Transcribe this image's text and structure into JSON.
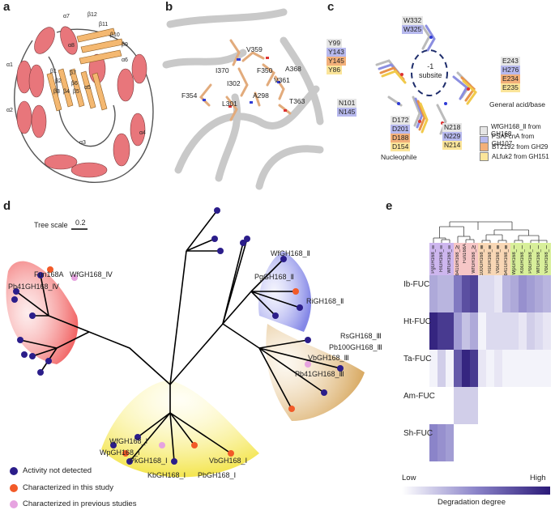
{
  "panels": {
    "a": {
      "label": "a",
      "labels": [
        "α7",
        "β12",
        "β11",
        "β10",
        "β9",
        "α8",
        "α6",
        "α1",
        "β1",
        "β7",
        "β6",
        "β2",
        "β3",
        "β4",
        "β5",
        "α5",
        "α2",
        "α4",
        "α3"
      ]
    },
    "b": {
      "label": "b",
      "labels": [
        "V359",
        "I370",
        "F350",
        "A368",
        "I302",
        "V361",
        "F354",
        "L301",
        "A298",
        "T363"
      ]
    },
    "c": {
      "label": "c",
      "subsite": "-1\nsubsite",
      "groups": {
        "w332": [
          "W332",
          "W325"
        ],
        "y99": [
          "Y99",
          "Y143",
          "Y145",
          "Y86"
        ],
        "e243": [
          "E243",
          "H276",
          "E234",
          "E235"
        ],
        "n101": [
          "N101",
          "N145"
        ],
        "d172": [
          "D172",
          "D201",
          "D188",
          "D154"
        ],
        "n218": [
          "N218",
          "N229",
          "N214"
        ]
      },
      "nucleophile": "Nucleophile",
      "acidbase": "General acid/base",
      "legend": [
        {
          "name": "WfGH168_Ⅱ from GH168",
          "color": "#e6e6e6"
        },
        {
          "name": "PSAFcnA from GH107",
          "color": "#b7b9ee"
        },
        {
          "name": "BT2192 from GH29",
          "color": "#f3b07a"
        },
        {
          "name": "ALfuk2 from GH151",
          "color": "#fbe59a"
        }
      ]
    },
    "d": {
      "label": "d",
      "tree_scale": "Tree scale",
      "tree_scale_value": "0.2",
      "leaves": {
        "fun168a": "Fun168A",
        "wf4": "WfGH168_Ⅳ",
        "pb41_4": "Pb41GH168_Ⅳ",
        "wf2": "WfGH168_Ⅱ",
        "pg2": "PgGH168_Ⅱ",
        "ri2": "RiGH168_Ⅱ",
        "rs3": "RsGH168_Ⅲ",
        "pb100_3": "Pb100GH168_Ⅲ",
        "vb3": "VbGH168_Ⅲ",
        "pb41_3": "Pb41GH168_Ⅲ",
        "wf1": "WfGH168_Ⅰ",
        "wp1": "WpGH168_Ⅰ",
        "pk1": "PkGH168_Ⅰ",
        "kb1": "KbGH168_Ⅰ",
        "pb1": "PbGH168_Ⅰ",
        "vb1": "VbGH168_Ⅰ"
      },
      "legend": [
        {
          "text": "Activity not detected",
          "color": "#2b1d8a"
        },
        {
          "text": "Characterized in this study",
          "color": "#f25a28"
        },
        {
          "text": "Characterized in previous studies",
          "color": "#e6a3e0"
        }
      ]
    },
    "e": {
      "label": "e",
      "columns": [
        "PgGH168_Ⅱ",
        "RiGH168_Ⅱ",
        "WfGH168_Ⅱ",
        "Pb41GH168_Ⅳ",
        "Fun168A",
        "WfGH168_Ⅳ",
        "Pb100GH168_Ⅲ",
        "RsGH168_Ⅲ",
        "VbGH168_Ⅲ",
        "Pb41GH168_Ⅲ",
        "WpGH168_Ⅰ",
        "KbGH168_Ⅰ",
        "PbGH168_Ⅰ",
        "WfGH168_Ⅰ",
        "VbGH168_Ⅰ"
      ],
      "column_colors": [
        "#cdb6ee",
        "#cdb6ee",
        "#cdb6ee",
        "#f6c6c6",
        "#f6c6c6",
        "#f6c6c6",
        "#f8d7b5",
        "#f8d7b5",
        "#f8d7b5",
        "#f8d7b5",
        "#d8ef9a",
        "#d8ef9a",
        "#d8ef9a",
        "#d8ef9a",
        "#d8ef9a"
      ],
      "rows": [
        "Ib-FUC",
        "Ht-FUC",
        "Ta-FUC",
        "Am-FUC",
        "Sh-FUC"
      ],
      "values": [
        [
          0.35,
          0.3,
          0.3,
          0.55,
          0.75,
          0.8,
          0.15,
          0.15,
          0.1,
          0.3,
          0.35,
          0.45,
          0.4,
          0.35,
          0.3
        ],
        [
          0.95,
          0.85,
          0.85,
          0.4,
          0.25,
          0.35,
          0.05,
          0.15,
          0.15,
          0.15,
          0.15,
          0.1,
          0.2,
          0.15,
          0.1
        ],
        [
          0.05,
          0.2,
          0.05,
          0.7,
          0.95,
          0.85,
          0.1,
          0.05,
          0.1,
          0.05,
          0.05,
          0.05,
          0.05,
          0.05,
          0.05
        ],
        [
          0.0,
          0.0,
          0.0,
          0.2,
          0.2,
          0.2,
          0.0,
          0.0,
          0.0,
          0.0,
          0.0,
          0.0,
          0.0,
          0.0,
          0.0
        ],
        [
          0.5,
          0.45,
          0.4,
          0.0,
          0.0,
          0.0,
          0.0,
          0.0,
          0.0,
          0.0,
          0.0,
          0.0,
          0.0,
          0.0,
          0.0
        ]
      ],
      "low": "Low",
      "high": "High",
      "colorbar_label": "Degradation degree"
    }
  }
}
